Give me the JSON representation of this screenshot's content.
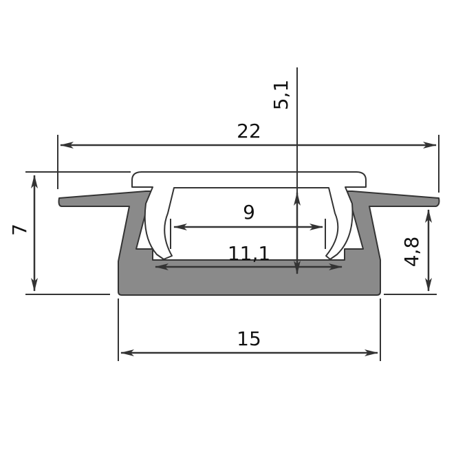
{
  "diagram": {
    "type": "technical cross-section drawing",
    "subject": "recessed LED aluminium profile with snap-in diffuser",
    "colors": {
      "profile_fill": "#8a8a8a",
      "outline": "#333333",
      "diffuser_fill": "#ffffff",
      "dimension_line": "#333333",
      "text": "#111111"
    },
    "dimensions": {
      "overall_width": "22",
      "overall_height": "7",
      "diffuser_height": "5,1",
      "inner_width_top": "9",
      "inner_width_bottom": "11,1",
      "base_width": "15",
      "body_height": "4,8"
    }
  }
}
